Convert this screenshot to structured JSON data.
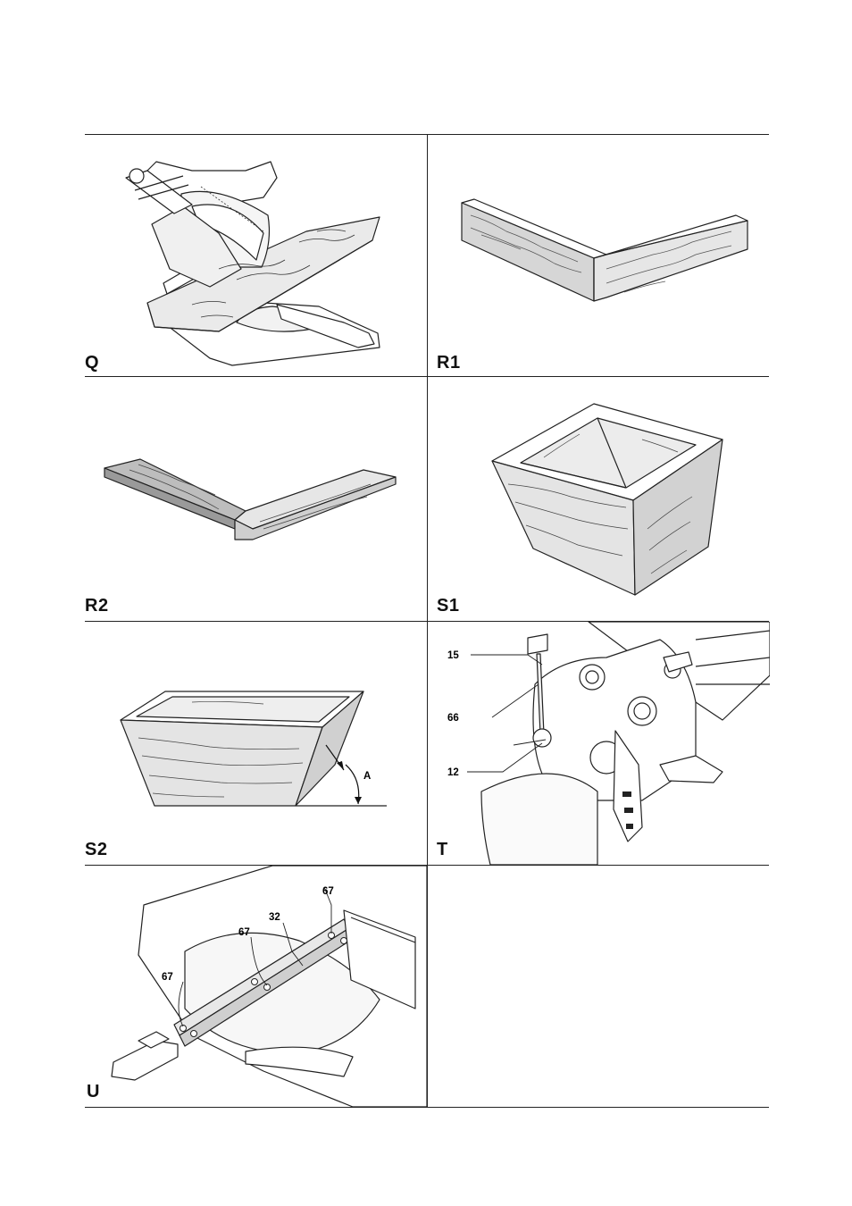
{
  "figures": [
    {
      "id": "Q",
      "label": "Q"
    },
    {
      "id": "R1",
      "label": "R1"
    },
    {
      "id": "R2",
      "label": "R2"
    },
    {
      "id": "S1",
      "label": "S1"
    },
    {
      "id": "S2",
      "label": "S2",
      "annotations": [
        "A"
      ]
    },
    {
      "id": "T",
      "label": "T",
      "callouts": [
        "15",
        "66",
        "12"
      ]
    },
    {
      "id": "U",
      "label": "U",
      "callouts": [
        "67",
        "32",
        "67",
        "67"
      ]
    }
  ],
  "colors": {
    "line": "#222222",
    "wood": "#d9d9d9",
    "end_grain": "#bdbdbd",
    "white": "#ffffff"
  }
}
